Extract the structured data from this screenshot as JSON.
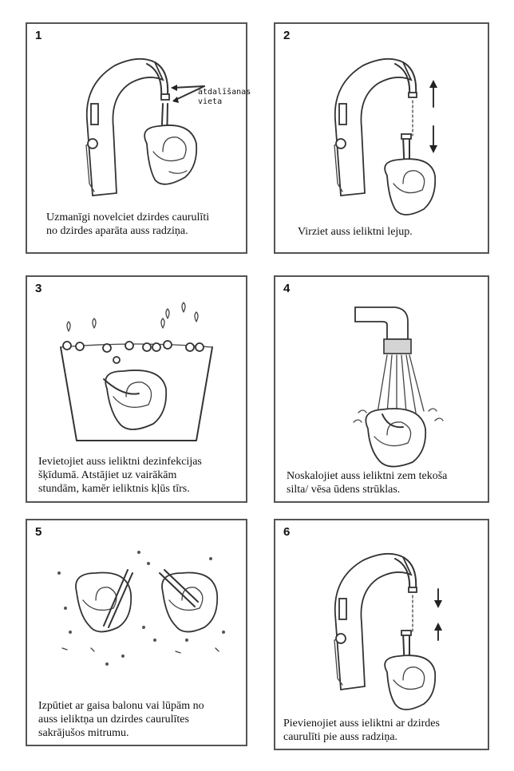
{
  "panels": [
    {
      "number": "1",
      "caption": "Uzmanīgi novelciet dzirdes caurulīti\nno dzirdes aparāta auss radziņa.",
      "label": "atdalīšanas\nvieta"
    },
    {
      "number": "2",
      "caption": "Virziet auss ieliktni lejup."
    },
    {
      "number": "3",
      "caption": "Ievietojiet auss ieliktni dezinfekcijas\nšķīdumā. Atstājiet uz vairākām\nstundām, kamēr ieliktnis kļūs tīrs."
    },
    {
      "number": "4",
      "caption": "Noskalojiet auss ieliktni zem tekoša\nsilta/ vēsa ūdens strūklas."
    },
    {
      "number": "5",
      "caption": "Izpūtiet ar gaisa balonu vai lūpām no\nauss ieliktņa un dzirdes caurulītes\nsakrājušos mitrumu."
    },
    {
      "number": "6",
      "caption": "Pievienojiet auss ieliktni ar dzirdes\ncaurulīti pie auss radziņa."
    }
  ]
}
